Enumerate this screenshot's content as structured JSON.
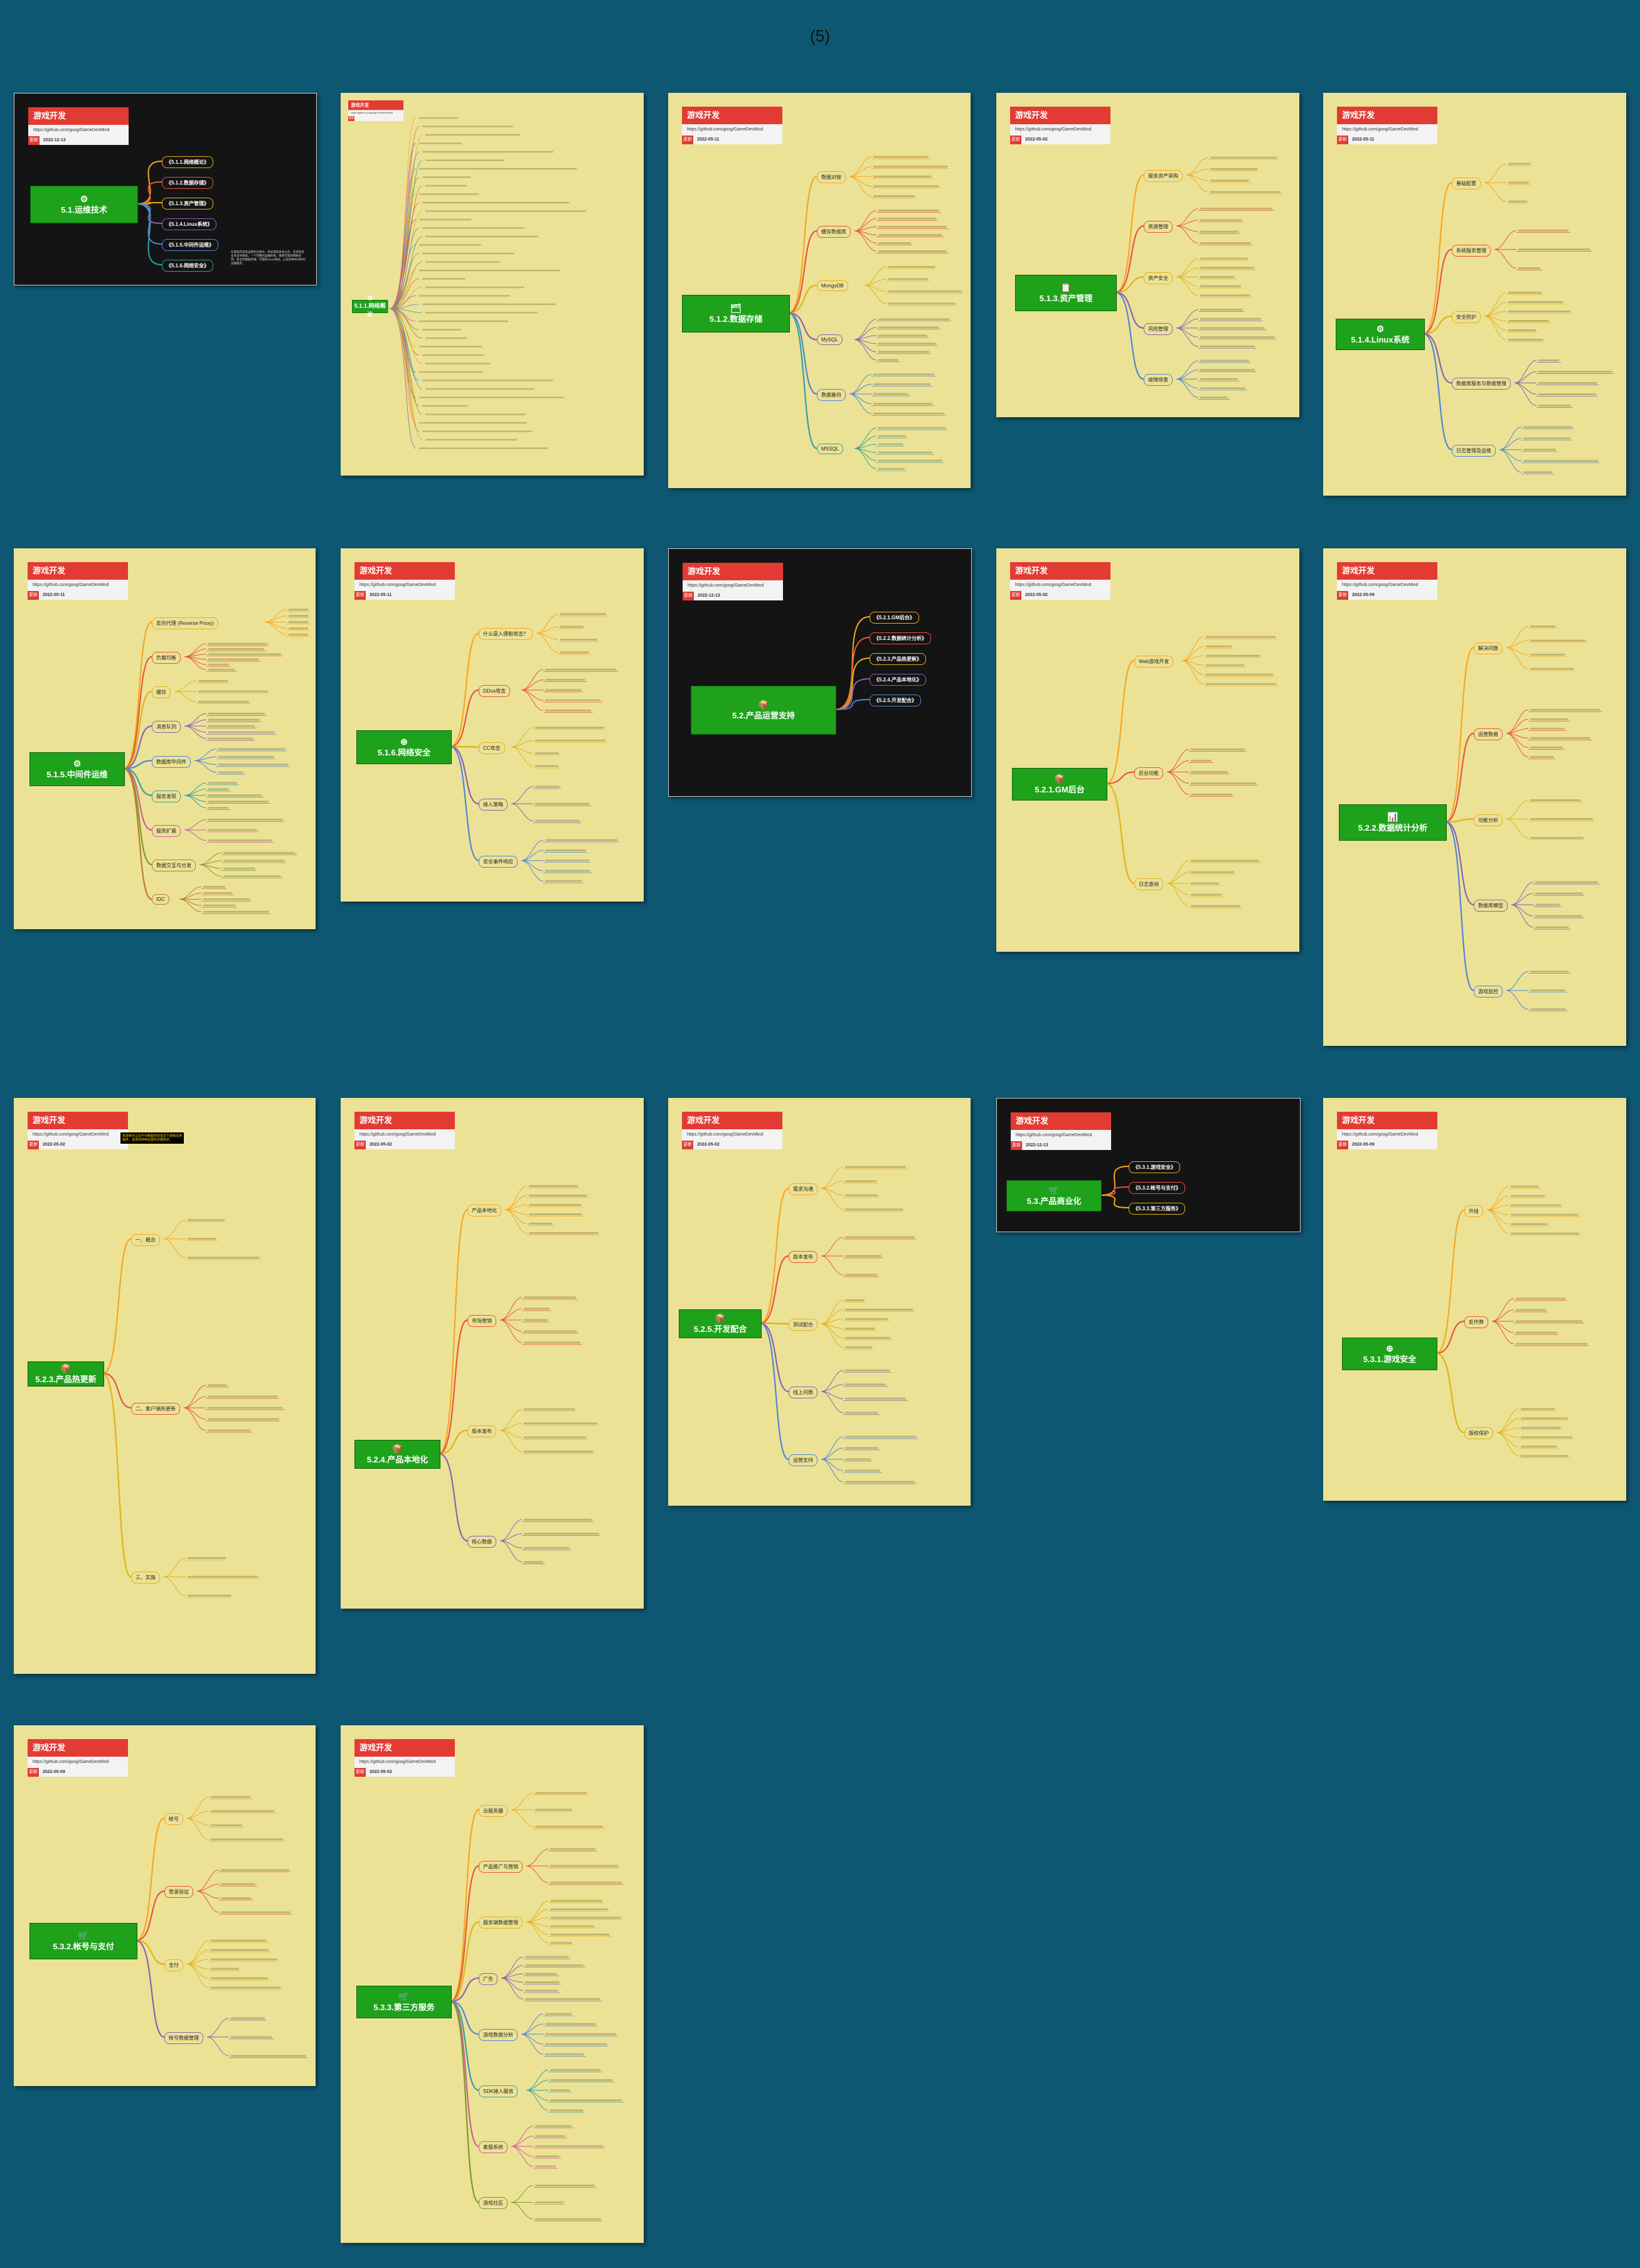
{
  "page_label": "(5)",
  "header_title": "游戏开发",
  "header_url": "https://github.com/goog/GameDevMind",
  "cards": [
    {
      "id": "5-1",
      "date": "2022-12-13",
      "root": "5.1.运维技术",
      "root_icon": "⚙",
      "branches": [
        "《5.1.1.网络概论》",
        "《5.1.2.数据存储》",
        "《5.1.3.资产管理》",
        "《5.1.4.Linux系统》",
        "《5.1.5.中间件运维》",
        "《5.1.6.网络安全》"
      ],
      "desc": "在游戏开发及运营的过程中，除去游戏本身之外，还有很多业务支持系统，一个完整的运维体系，需要可靠的网络支持、安全的数据存储、可靠的Linux系统，以及各种中间件的运维服务。"
    },
    {
      "id": "5-1-1",
      "root": "5.1.1.网络概论",
      "root_icon": "⚙"
    },
    {
      "id": "5-1-2",
      "date": "2022-05-11",
      "root": "5.1.2.数据存储",
      "root_icon": "🗂",
      "branches": [
        "数据对接",
        "缓存数据库",
        "MongoDB",
        "MySQL",
        "数据备份",
        "MSSQL"
      ]
    },
    {
      "id": "5-1-3",
      "date": "2022-05-02",
      "root": "5.1.3.资产管理",
      "root_icon": "📋",
      "branches": [
        "服务资产采购",
        "资源管理",
        "资产安全",
        "风险管理",
        "故障排查"
      ]
    },
    {
      "id": "5-1-4",
      "date": "2022-05-11",
      "root": "5.1.4.Linux系统",
      "root_icon": "⚙",
      "branches": [
        "基础配置",
        "系统服务管理",
        "安全防护",
        "数据库服务与数据管理",
        "日志管理及运维"
      ]
    },
    {
      "id": "5-1-5",
      "date": "2022-05-11",
      "root": "5.1.5.中间件运维",
      "root_icon": "⚙",
      "branches": [
        "反向代理 (Reverse Proxy)",
        "负载均衡",
        "缓存",
        "消息队列",
        "数据库中间件",
        "服务发现",
        "服务扩展",
        "数据交互与分发",
        "IDC"
      ]
    },
    {
      "id": "5-1-6",
      "date": "2022-05-11",
      "root": "5.1.6.网络安全",
      "root_icon": "⊕",
      "branches": [
        "什么是入侵和攻击？",
        "DDos攻击",
        "CC攻击",
        "接入策略",
        "安全事件响应"
      ]
    },
    {
      "id": "5-2",
      "date": "2022-12-13",
      "root": "5.2.产品运营支持",
      "root_icon": "📦",
      "branches": [
        "《5.2.1.GM后台》",
        "《5.2.2.数据统计分析》",
        "《5.2.3.产品热更新》",
        "《5.2.4.产品本地化》",
        "《5.2.5.开发配合》"
      ]
    },
    {
      "id": "5-2-1",
      "date": "2022-05-02",
      "root": "5.2.1.GM后台",
      "root_icon": "📦",
      "branches": [
        "Web游戏开发",
        "后台功能",
        "日志查询"
      ]
    },
    {
      "id": "5-2-2",
      "date": "2022-05-09",
      "root": "5.2.2.数据统计分析",
      "root_icon": "📊",
      "branches": [
        "解决问题",
        "运营数据",
        "功能分析",
        "数据库模型",
        "游戏监控"
      ]
    },
    {
      "id": "5-2-3",
      "date": "2022-05-02",
      "root": "5.2.3.产品热更新",
      "root_icon": "📦",
      "branches": [
        "一、概念",
        "二、客户端热更新",
        "三、实施"
      ],
      "note": "热更新可以在不中断服务的情况下更新应用程序，是游戏持续运营的关键技术。"
    },
    {
      "id": "5-2-4",
      "date": "2022-05-02",
      "root": "5.2.4.产品本地化",
      "root_icon": "📦",
      "branches": [
        "产品本地化",
        "市场营销",
        "版本发布",
        "核心数据"
      ]
    },
    {
      "id": "5-2-5",
      "date": "2022-05-02",
      "root": "5.2.5.开发配合",
      "root_icon": "📦",
      "branches": [
        "需求沟通",
        "版本发布",
        "测试配合",
        "线上问题",
        "运营支持"
      ]
    },
    {
      "id": "5-3",
      "date": "2022-12-13",
      "root": "5.3.产品商业化",
      "root_icon": "🛒",
      "branches": [
        "《5.3.1.游戏安全》",
        "《5.3.2.帐号与支付》",
        "《5.3.3.第三方服务》"
      ]
    },
    {
      "id": "5-3-1",
      "date": "2022-05-09",
      "root": "5.3.1.游戏安全",
      "root_icon": "⊕",
      "branches": [
        "外挂",
        "反作弊",
        "版权保护"
      ]
    },
    {
      "id": "5-3-2",
      "date": "2022-05-09",
      "root": "5.3.2.帐号与支付",
      "root_icon": "🛒",
      "branches": [
        "帐号",
        "登录验证",
        "支付",
        "帐号数据管理"
      ]
    },
    {
      "id": "5-3-3",
      "date": "2022-05-02",
      "root": "5.3.3.第三方服务",
      "root_icon": "🛒",
      "branches": [
        "云服务器",
        "产品推广与营销",
        "服务端数据管理",
        "广告",
        "游戏数据分析",
        "SDK接入服务",
        "客服系统",
        "游戏社区"
      ]
    }
  ]
}
